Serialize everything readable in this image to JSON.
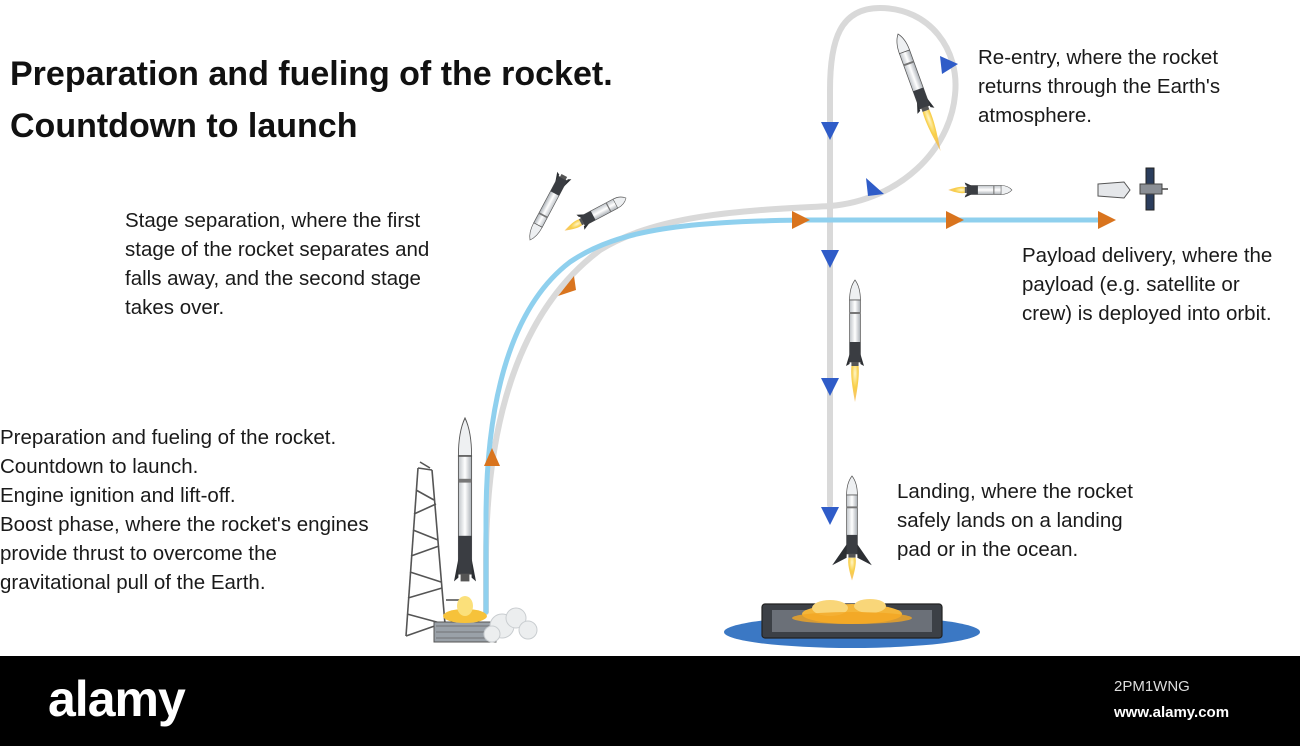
{
  "title_lines": [
    "Preparation and fueling of the rocket.",
    "Countdown to launch"
  ],
  "labels": {
    "launch": [
      "Preparation and fueling of the rocket.",
      "Countdown to launch.",
      "Engine ignition and lift-off.",
      "Boost phase, where the rocket's engines",
      "provide thrust to overcome the",
      "gravitational pull of the Earth."
    ],
    "separation": [
      "Stage separation, where the first",
      "stage of the rocket separates and",
      "falls away, and the second stage",
      "takes over."
    ],
    "reentry": [
      "Re-entry, where the rocket",
      "returns through the Earth's",
      "atmosphere."
    ],
    "payload": [
      "Payload delivery, where the",
      "payload (e.g. satellite or",
      "crew) is deployed into orbit."
    ],
    "landing": [
      "Landing, where the rocket",
      "safely lands on a landing",
      "pad or in the ocean."
    ]
  },
  "footer": {
    "logo": "alamy",
    "image_id": "2PM1WNG",
    "site": "www.alamy.com"
  },
  "colors": {
    "ascent_path": "#8fd0ee",
    "return_path": "#d9d9d9",
    "ascent_arrow": "#d9741e",
    "return_arrow": "#2f5cc8",
    "flame": "#f6c23a",
    "water": "#3b78c4"
  },
  "icons": [
    "launch-tower-icon",
    "rocket-icon",
    "satellite-icon",
    "landing-pad-icon",
    "flame-icon",
    "smoke-cloud-icon"
  ]
}
